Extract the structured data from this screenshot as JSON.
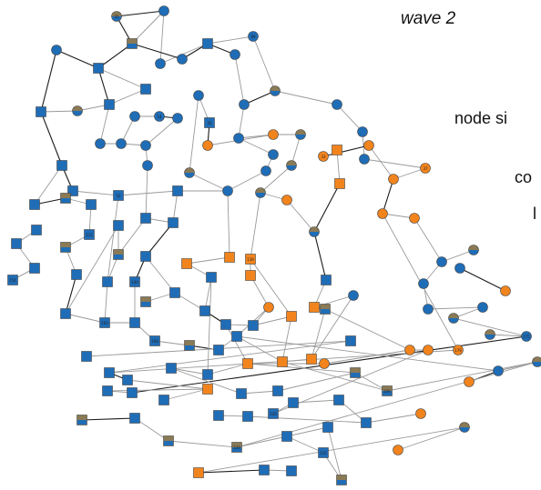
{
  "title": "wave 2",
  "legend_fragments": [
    "node si",
    "co",
    "l"
  ],
  "colors": {
    "blue": "#1f6db7",
    "orange": "#f2841d",
    "mixed": "#8a7a55",
    "edge_dark": "#1a1a1a",
    "edge_light": "#9a9a9a"
  },
  "node_labels": [
    "55",
    "99",
    "14",
    "20",
    "33",
    "37",
    "52",
    "112",
    "139",
    "140",
    "154",
    "163",
    "168",
    "175",
    "179",
    "206",
    "220",
    "229",
    "235"
  ]
}
